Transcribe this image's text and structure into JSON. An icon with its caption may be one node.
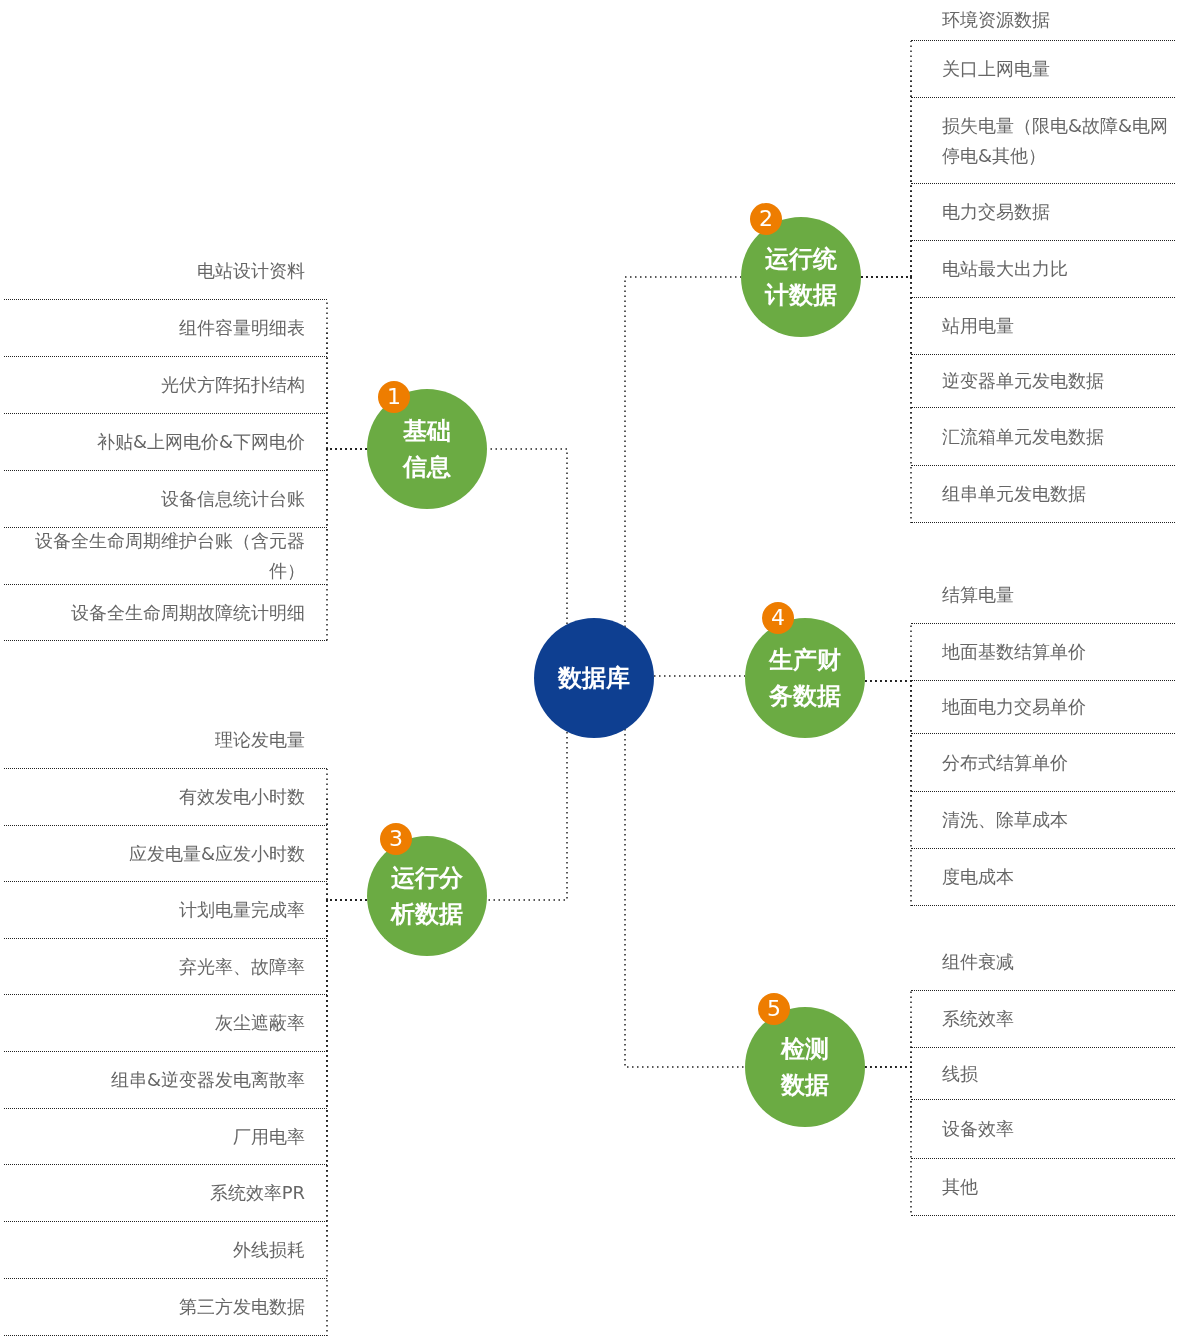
{
  "diagram": {
    "nodes": [
      {
        "text": [
          "数据库"
        ]
      },
      {
        "text": [
          "1",
          "基础信息"
        ]
      },
      {
        "text": [
          "电站设计资料"
        ]
      },
      {
        "text": [
          "组件容量明细表"
        ]
      },
      {
        "text": [
          "光伏方阵拓扑结构"
        ]
      },
      {
        "text": [
          "补贴&上网电价&下网电价"
        ]
      },
      {
        "text": [
          "设备信息统计台账"
        ]
      },
      {
        "text": [
          "设备全生命周期维护台账（含元器件）"
        ]
      },
      {
        "text": [
          "设备全生命周期故障统计明细"
        ]
      },
      {
        "text": [
          "2",
          "运行统计数据"
        ]
      },
      {
        "text": [
          "环境资源数据"
        ]
      },
      {
        "text": [
          "关口上网电量"
        ]
      },
      {
        "text": [
          "损失电量（限电&故障&电网停电&其他）"
        ]
      },
      {
        "text": [
          "电力交易数据"
        ]
      },
      {
        "text": [
          "电站最大出力比"
        ]
      },
      {
        "text": [
          "站用电量"
        ]
      },
      {
        "text": [
          "逆变器单元发电数据"
        ]
      },
      {
        "text": [
          "汇流箱单元发电数据"
        ]
      },
      {
        "text": [
          "组串单元发电数据"
        ]
      },
      {
        "text": [
          "3",
          "运行分析数据"
        ]
      },
      {
        "text": [
          "理论发电量"
        ]
      },
      {
        "text": [
          "有效发电小时数"
        ]
      },
      {
        "text": [
          "应发电量&应发小时数"
        ]
      },
      {
        "text": [
          "计划电量完成率"
        ]
      },
      {
        "text": [
          "弃光率、故障率"
        ]
      },
      {
        "text": [
          "灰尘遮蔽率"
        ]
      },
      {
        "text": [
          "组串&逆变器发电离散率"
        ]
      },
      {
        "text": [
          "厂用电率"
        ]
      },
      {
        "text": [
          "系统效率PR"
        ]
      },
      {
        "text": [
          "外线损耗"
        ]
      },
      {
        "text": [
          "第三方发电数据"
        ]
      },
      {
        "text": [
          "4",
          "生产财务数据"
        ]
      },
      {
        "text": [
          "结算电量"
        ]
      },
      {
        "text": [
          "地面基数结算单价"
        ]
      },
      {
        "text": [
          "地面电力交易单价"
        ]
      },
      {
        "text": [
          "分布式结算单价"
        ]
      },
      {
        "text": [
          "清洗、除草成本"
        ]
      },
      {
        "text": [
          "度电成本"
        ]
      },
      {
        "text": [
          "5",
          "检测数据"
        ]
      },
      {
        "text": [
          "组件衰减"
        ]
      },
      {
        "text": [
          "系统效率"
        ]
      },
      {
        "text": [
          "线损"
        ]
      },
      {
        "text": [
          "设备效率"
        ]
      },
      {
        "text": [
          "其他"
        ]
      }
    ],
    "edges": [
      {
        "from": 0,
        "to": 1,
        "arrow": "none",
        "style": "dashed"
      },
      {
        "from": 0,
        "to": 9,
        "arrow": "none",
        "style": "dashed"
      },
      {
        "from": 0,
        "to": 19,
        "arrow": "none",
        "style": "dashed"
      },
      {
        "from": 0,
        "to": 31,
        "arrow": "none",
        "style": "dashed"
      },
      {
        "from": 0,
        "to": 38,
        "arrow": "none",
        "style": "dashed"
      },
      {
        "from": 1,
        "to": 2,
        "arrow": "none",
        "style": "dashed"
      },
      {
        "from": 1,
        "to": 3,
        "arrow": "none",
        "style": "dashed"
      },
      {
        "from": 1,
        "to": 4,
        "arrow": "none",
        "style": "dashed"
      },
      {
        "from": 1,
        "to": 5,
        "arrow": "none",
        "style": "dashed"
      },
      {
        "from": 1,
        "to": 6,
        "arrow": "none",
        "style": "dashed"
      },
      {
        "from": 1,
        "to": 7,
        "arrow": "none",
        "style": "dashed"
      },
      {
        "from": 1,
        "to": 8,
        "arrow": "none",
        "style": "dashed"
      },
      {
        "from": 9,
        "to": 10,
        "arrow": "none",
        "style": "dashed"
      },
      {
        "from": 9,
        "to": 11,
        "arrow": "none",
        "style": "dashed"
      },
      {
        "from": 9,
        "to": 12,
        "arrow": "none",
        "style": "dashed"
      },
      {
        "from": 9,
        "to": 13,
        "arrow": "none",
        "style": "dashed"
      },
      {
        "from": 9,
        "to": 14,
        "arrow": "none",
        "style": "dashed"
      },
      {
        "from": 9,
        "to": 15,
        "arrow": "none",
        "style": "dashed"
      },
      {
        "from": 9,
        "to": 16,
        "arrow": "none",
        "style": "dashed"
      },
      {
        "from": 9,
        "to": 17,
        "arrow": "none",
        "style": "dashed"
      },
      {
        "from": 9,
        "to": 18,
        "arrow": "none",
        "style": "dashed"
      },
      {
        "from": 19,
        "to": 20,
        "arrow": "none",
        "style": "dashed"
      },
      {
        "from": 19,
        "to": 21,
        "arrow": "none",
        "style": "dashed"
      },
      {
        "from": 19,
        "to": 22,
        "arrow": "none",
        "style": "dashed"
      },
      {
        "from": 19,
        "to": 23,
        "arrow": "none",
        "style": "dashed"
      },
      {
        "from": 19,
        "to": 24,
        "arrow": "none",
        "style": "dashed"
      },
      {
        "from": 19,
        "to": 25,
        "arrow": "none",
        "style": "dashed"
      },
      {
        "from": 19,
        "to": 26,
        "arrow": "none",
        "style": "dashed"
      },
      {
        "from": 19,
        "to": 27,
        "arrow": "none",
        "style": "dashed"
      },
      {
        "from": 19,
        "to": 28,
        "arrow": "none",
        "style": "dashed"
      },
      {
        "from": 19,
        "to": 29,
        "arrow": "none",
        "style": "dashed"
      },
      {
        "from": 19,
        "to": 30,
        "arrow": "none",
        "style": "dashed"
      },
      {
        "from": 31,
        "to": 32,
        "arrow": "none",
        "style": "dashed"
      },
      {
        "from": 31,
        "to": 33,
        "arrow": "none",
        "style": "dashed"
      },
      {
        "from": 31,
        "to": 34,
        "arrow": "none",
        "style": "dashed"
      },
      {
        "from": 31,
        "to": 35,
        "arrow": "none",
        "style": "dashed"
      },
      {
        "from": 31,
        "to": 36,
        "arrow": "none",
        "style": "dashed"
      },
      {
        "from": 31,
        "to": 37,
        "arrow": "none",
        "style": "dashed"
      },
      {
        "from": 38,
        "to": 39,
        "arrow": "none",
        "style": "dashed"
      },
      {
        "from": 38,
        "to": 40,
        "arrow": "none",
        "style": "dashed"
      },
      {
        "from": 38,
        "to": 41,
        "arrow": "none",
        "style": "dashed"
      },
      {
        "from": 38,
        "to": 42,
        "arrow": "none",
        "style": "dashed"
      },
      {
        "from": 38,
        "to": 43,
        "arrow": "none",
        "style": "dashed"
      }
    ]
  }
}
